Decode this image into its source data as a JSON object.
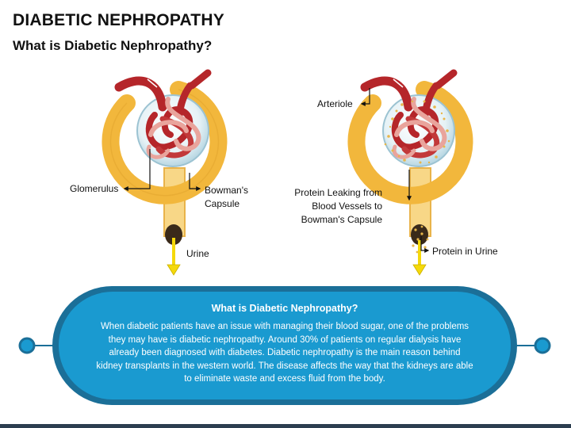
{
  "title": "DIABETIC NEPHROPATHY",
  "subtitle": "What is Diabetic Nephropathy?",
  "labels": {
    "glomerulus": "Glomerulus",
    "bowmans_capsule_line1": "Bowman's",
    "bowmans_capsule_line2": "Capsule",
    "urine": "Urine",
    "arteriole": "Arteriole",
    "protein_leak_line1": "Protein Leaking from",
    "protein_leak_line2": "Blood Vessels to",
    "protein_leak_line3": "Bowman's Capsule",
    "protein_in_urine": "Protein in Urine"
  },
  "info": {
    "heading": "What is Diabetic Nephropathy?",
    "body": "When diabetic patients have an issue with managing their blood sugar, one of the problems they may have is diabetic nephropathy. Around 30% of patients on regular dialysis have already been diagnosed with diabetes. Diabetic nephropathy is the main reason behind kidney transplants in the western world. The disease affects the way that the kidneys are able to eliminate waste and excess fluid from the body."
  },
  "colors": {
    "capsule": "#f2b73c",
    "tube": "#f8d787",
    "vessel_dark": "#b5262a",
    "vessel_light": "#e9a49c",
    "arrow": "#f5d90a",
    "panel": "#1a9ad0",
    "panel_border": "#1b6f98",
    "connector": "#1b6f98"
  },
  "icons": [
    "arrow-right-icon",
    "arrow-left-icon",
    "arrow-down-icon",
    "connector-dot-icon"
  ]
}
